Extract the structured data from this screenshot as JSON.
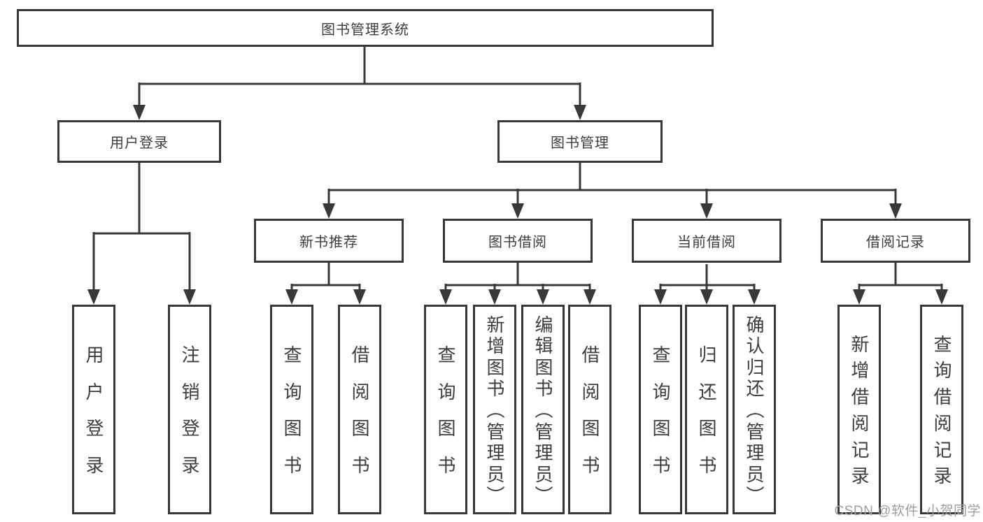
{
  "diagram": {
    "root": {
      "label": "图书管理系统"
    },
    "branches": [
      {
        "label": "用户登录",
        "leaves": [
          "用户登录",
          "注销登录"
        ]
      },
      {
        "label": "图书管理",
        "groups": [
          {
            "label": "新书推荐",
            "leaves": [
              "查询图书",
              "借阅图书"
            ]
          },
          {
            "label": "图书借阅",
            "leaves": [
              "查询图书",
              "新增图书（管理员）",
              "编辑图书（管理员）",
              "借阅图书"
            ]
          },
          {
            "label": "当前借阅",
            "leaves": [
              "查询图书",
              "归还图书",
              "确认归还（管理员）"
            ]
          },
          {
            "label": "借阅记录",
            "leaves": [
              "新增借阅记录",
              "查询借阅记录"
            ]
          }
        ]
      }
    ]
  },
  "watermark": "CSDN @软件_小贺同学",
  "colors": {
    "line": "#383838",
    "text": "#3d3d3d",
    "watermark": "#9e9e9e",
    "background": "#ffffff"
  }
}
